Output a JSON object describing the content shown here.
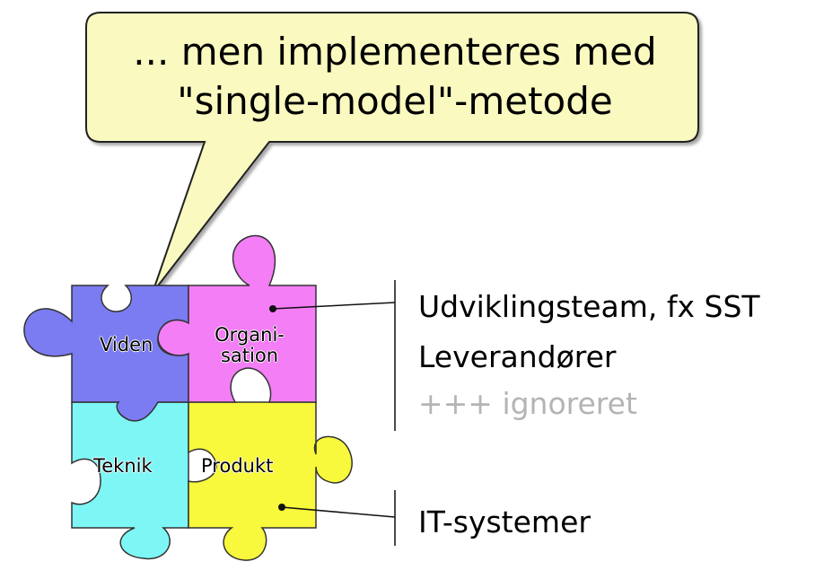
{
  "callout": {
    "line1": "... men implementeres med",
    "line2": "\"single-model\"-metode"
  },
  "pieces": {
    "viden": "Viden",
    "organisation_line1": "Organi-",
    "organisation_line2": "sation",
    "teknik": "Teknik",
    "produkt": "Produkt"
  },
  "annotations": {
    "organisation": {
      "item1": "Udviklingsteam, fx SST",
      "item2": "Leverandører",
      "item3": "+++ ignoreret"
    },
    "produkt": {
      "item1": "IT-systemer"
    }
  },
  "colors": {
    "viden": "#7b7bf2",
    "organisation": "#f47ef6",
    "teknik": "#7ef6f6",
    "produkt": "#f8f83c",
    "callout_fill": "#fafac0",
    "ignored_text": "#b4b4b4"
  }
}
